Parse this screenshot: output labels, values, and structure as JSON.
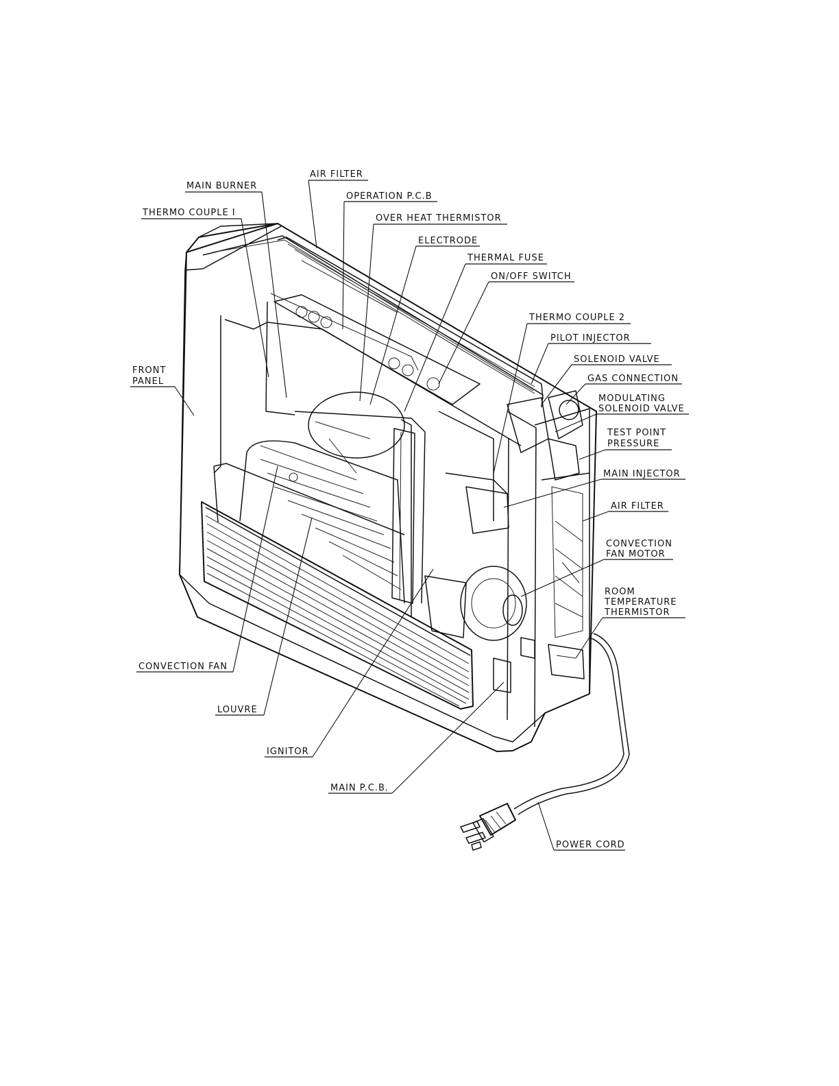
{
  "labels": {
    "air_filter_top": "AIR FILTER",
    "main_burner": "MAIN BURNER",
    "operation_pcb": "OPERATION P.C.B",
    "thermo_couple_1": "THERMO COUPLE I",
    "over_heat_thermistor": "OVER HEAT THERMISTOR",
    "electrode": "ELECTRODE",
    "thermal_fuse": "THERMAL FUSE",
    "on_off_switch": "ON/OFF SWITCH",
    "thermo_couple_2": "THERMO COUPLE 2",
    "pilot_injector": "PILOT INJECTOR",
    "solenoid_valve": "SOLENOID VALVE",
    "gas_connection": "GAS CONNECTION",
    "modulating_1": "MODULATING",
    "modulating_2": "SOLENOID VALVE",
    "test_point_1": "TEST POINT",
    "test_point_2": "PRESSURE",
    "main_injector": "MAIN INJECTOR",
    "air_filter_side": "AIR FILTER",
    "convection_fan_motor_1": "CONVECTION",
    "convection_fan_motor_2": "FAN MOTOR",
    "room_temp_1": "ROOM",
    "room_temp_2": "TEMPERATURE",
    "room_temp_3": "THERMISTOR",
    "front_panel_1": "FRONT",
    "front_panel_2": "PANEL",
    "convection_fan": "CONVECTION FAN",
    "louvre": "LOUVRE",
    "ignitor": "IGNITOR",
    "main_pcb": "MAIN P.C.B.",
    "power_cord": "POWER CORD"
  }
}
